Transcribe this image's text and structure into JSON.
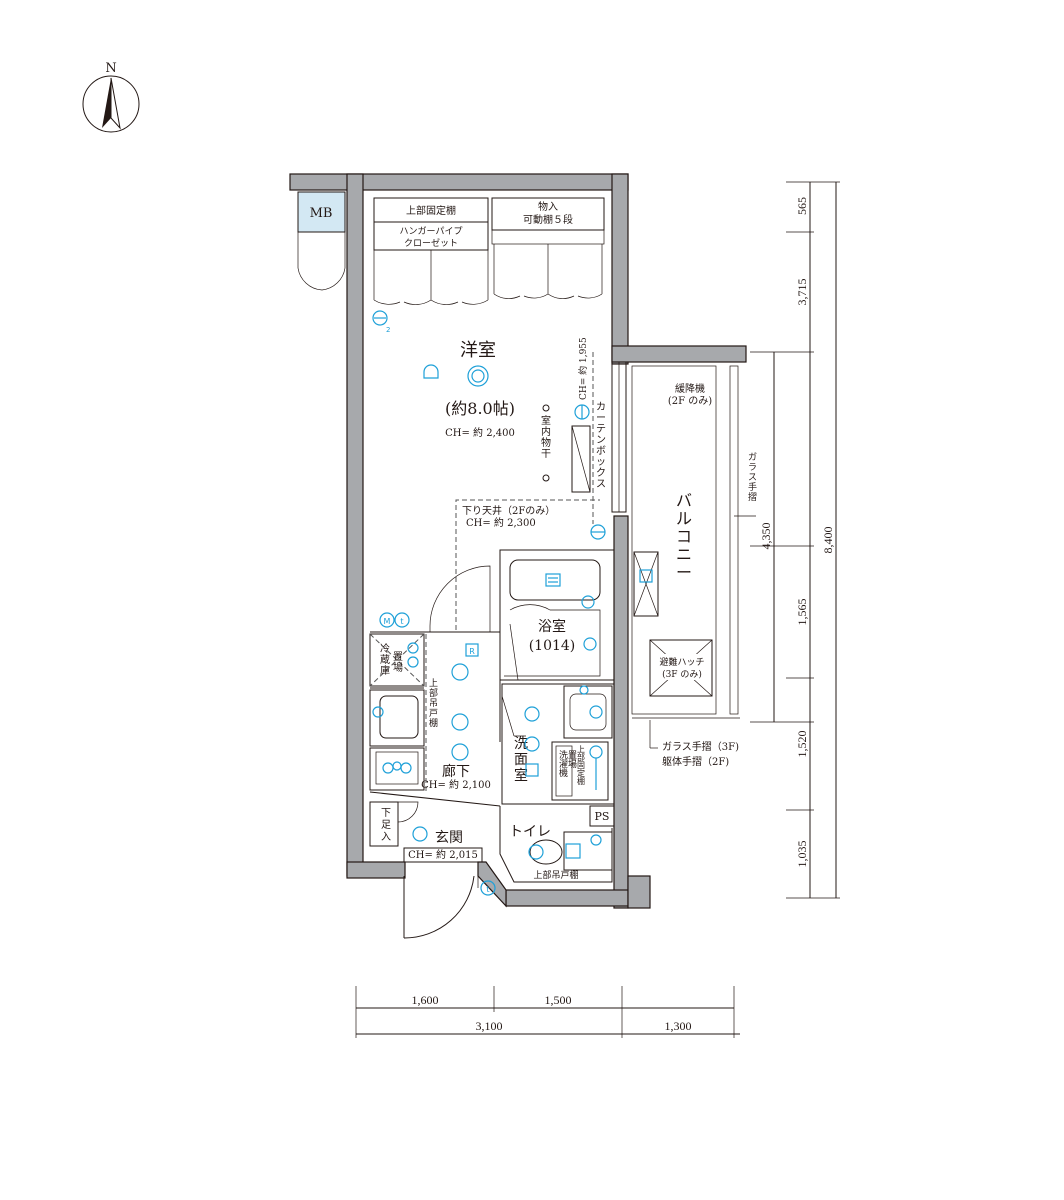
{
  "compass": {
    "label": "N"
  },
  "rooms": {
    "mb": "MB",
    "closet_top": "上部固定棚",
    "closet_bottom1": "ハンガーパイプ",
    "closet_bottom2": "クローゼット",
    "storage_top": "物入",
    "storage_bottom": "可動棚５段",
    "western": "洋室",
    "western_size": "(約8.0帖)",
    "western_ch": "CH= 約 2,400",
    "drying": "室内物干",
    "curtain_ch": "CH= 約 1,955",
    "curtain_box": "カーテンボックス",
    "lowered": "下り天井（2Fのみ）",
    "lowered_ch": "CH= 約 2,300",
    "balcony": "バルコニー",
    "evac": "緩降機",
    "evac_sub": "(2F のみ)",
    "glass_rail": "ガラス手摺",
    "hatch": "避難ハッチ",
    "hatch_sub": "(3F のみ)",
    "bath": "浴室",
    "bath_size": "(1014)",
    "fridge": "冷蔵庫置場",
    "upper_cab": "上部吊戸棚",
    "washroom": "洗面室",
    "washer": "洗濯機置場",
    "upper_fixed": "上部固定棚",
    "hallway": "廊下",
    "hallway_ch": "CH= 約 2,100",
    "shoes": "下足入",
    "entrance": "玄関",
    "entrance_ch": "CH= 約 2,015",
    "ps": "PS",
    "toilet": "トイレ",
    "toilet_cab": "上部吊戸棚",
    "rail_note1": "ガラス手摺（3F)",
    "rail_note2": "躯体手摺（2F)"
  },
  "dimensions": {
    "right": [
      "565",
      "3,715",
      "4,350",
      "1,565",
      "1,520",
      "1,035",
      "8,400"
    ],
    "bottom_row1": [
      "1,600",
      "1,500"
    ],
    "bottom_row2": [
      "3,100",
      "1,300"
    ]
  },
  "colors": {
    "wall": "#a7a9ac",
    "symbol": "#1ea0d8",
    "mb_fill": "#d3e8f3"
  }
}
